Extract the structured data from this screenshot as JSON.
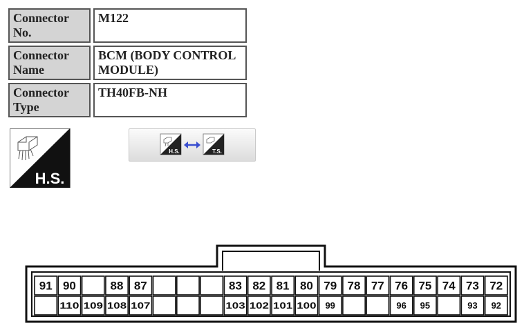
{
  "connector_info": {
    "rows": [
      {
        "label": "Connector No.",
        "value": "M122"
      },
      {
        "label": "Connector Name",
        "value": "BCM (BODY CONTROL MODULE)"
      },
      {
        "label": "Connector Type",
        "value": "TH40FB-NH"
      }
    ]
  },
  "view_symbol": {
    "label": "H.S.",
    "icon": "harness-side-connector-icon"
  },
  "view_toggle": {
    "from_label": "H.S.",
    "to_label": "T.S.",
    "icon": "swap-arrow-icon"
  },
  "pinout": {
    "top_row": [
      "91",
      "90",
      "",
      "88",
      "87",
      "",
      "",
      "",
      "83",
      "82",
      "81",
      "80",
      "79",
      "78",
      "77",
      "76",
      "75",
      "74",
      "73",
      "72"
    ],
    "bottom_row": [
      "",
      "110",
      "109",
      "108",
      "107",
      "",
      "",
      "",
      "103",
      "102",
      "101",
      "100",
      "99",
      "",
      "",
      "96",
      "95",
      "",
      "93",
      "92"
    ]
  }
}
